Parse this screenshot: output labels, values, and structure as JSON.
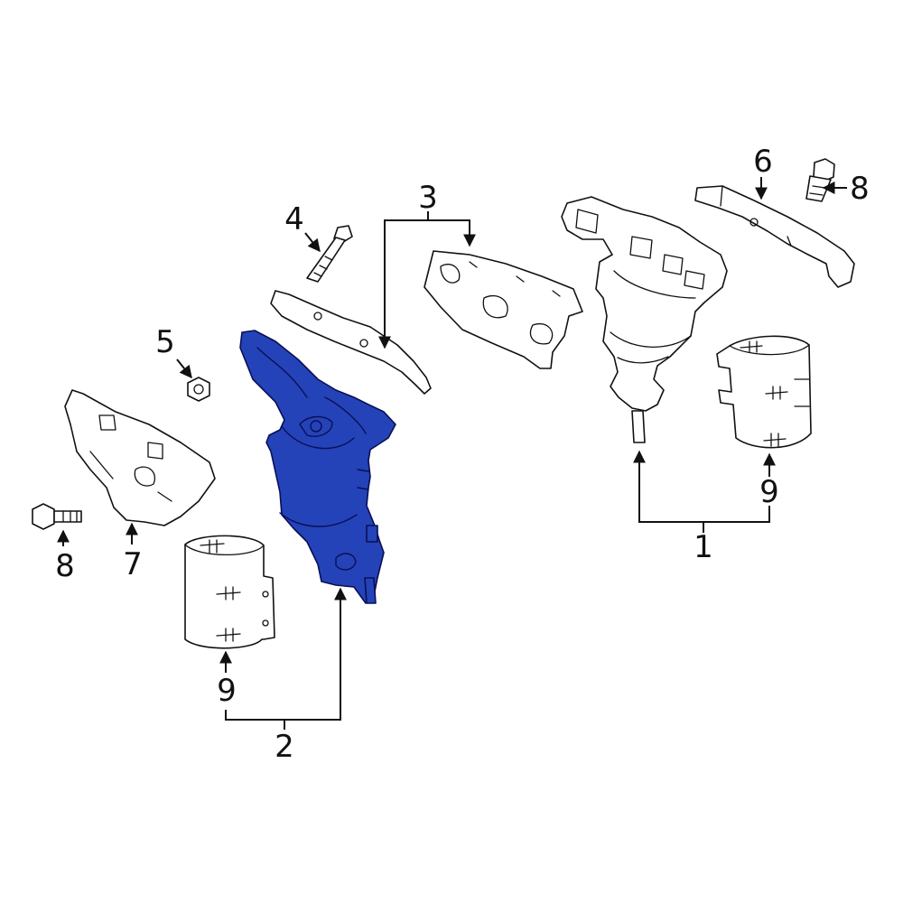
{
  "colors": {
    "highlight": "#2443b8",
    "outline": "#111111",
    "background": "#ffffff"
  },
  "callouts": {
    "c1": "1",
    "c2": "2",
    "c3": "3",
    "c4": "4",
    "c5": "5",
    "c6": "6",
    "c7": "7",
    "c8_left": "8",
    "c8_right": "8",
    "c9_left": "9",
    "c9_right": "9"
  }
}
